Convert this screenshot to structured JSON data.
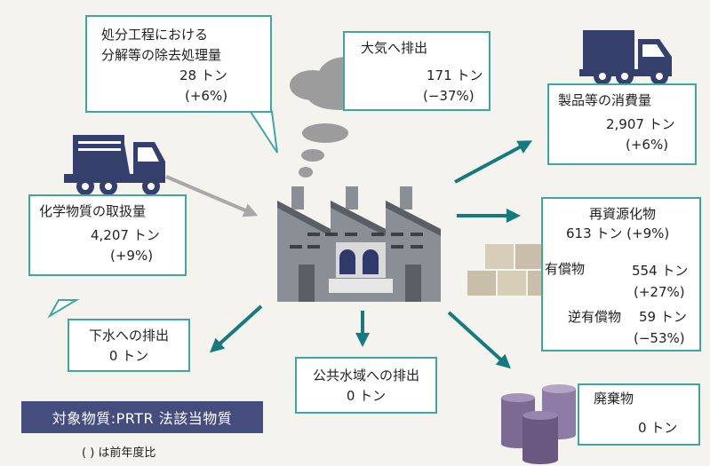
{
  "colors": {
    "background": "#f5f3ee",
    "box_border": "#3fa7a1",
    "arrow_teal": "#157a7f",
    "arrow_gray": "#a8a8a8",
    "truck_navy": "#34406b",
    "factory_gray": "#8a8f96",
    "legend_bg": "#444d7e",
    "drum_purple": "#7c6a93",
    "crate_beige": "#c9bea9"
  },
  "icons": [
    "dump-truck-icon",
    "delivery-truck-icon",
    "factory-icon",
    "smoke-cloud-icon",
    "crates-icon",
    "drums-icon"
  ],
  "disposal": {
    "line1": "処分工程における",
    "line2": "分解等の除去処理量",
    "value": "28 トン",
    "change": "(+6%)"
  },
  "air": {
    "label": "大気へ排出",
    "value": "171 トン",
    "change": "(−37%)"
  },
  "products": {
    "label": "製品等の消費量",
    "value": "2,907 トン",
    "change": "(+6%)"
  },
  "handled": {
    "label": "化学物質の取扱量",
    "value": "4,207 トン",
    "change": "(+9%)"
  },
  "recycled": {
    "label": "再資源化物",
    "total": "613 トン (+9%)",
    "paid_label": "有償物",
    "paid_value": "554 トン",
    "paid_change": "(+27%)",
    "reverse_label": "逆有償物",
    "reverse_value": "59 トン",
    "reverse_change": "(−53%)"
  },
  "sewer": {
    "label": "下水への排出",
    "value": "0 トン"
  },
  "public_water": {
    "label": "公共水域への排出",
    "value": "0 トン"
  },
  "waste": {
    "label": "廃棄物",
    "value": "0 トン"
  },
  "legend": {
    "label": "対象物質:PRTR 法該当物質"
  },
  "note": {
    "text": "(  ) は前年度比"
  }
}
